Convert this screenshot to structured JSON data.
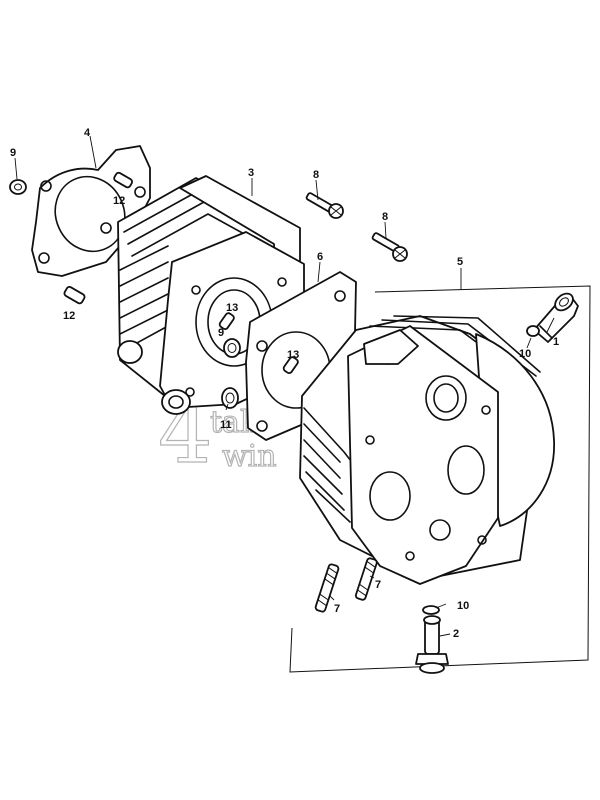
{
  "diagram": {
    "callouts": [
      {
        "id": "c1",
        "label": "1"
      },
      {
        "id": "c2",
        "label": "2"
      },
      {
        "id": "c3",
        "label": "3"
      },
      {
        "id": "c4",
        "label": "4"
      },
      {
        "id": "c5",
        "label": "5"
      },
      {
        "id": "c6",
        "label": "6"
      },
      {
        "id": "c7a",
        "label": "7"
      },
      {
        "id": "c7b",
        "label": "7"
      },
      {
        "id": "c8a",
        "label": "8"
      },
      {
        "id": "c8b",
        "label": "8"
      },
      {
        "id": "c9a",
        "label": "9"
      },
      {
        "id": "c9b",
        "label": "9"
      },
      {
        "id": "c10a",
        "label": "10"
      },
      {
        "id": "c10b",
        "label": "10"
      },
      {
        "id": "c11",
        "label": "11"
      },
      {
        "id": "c12a",
        "label": "12"
      },
      {
        "id": "c12b",
        "label": "12"
      },
      {
        "id": "c13a",
        "label": "13"
      },
      {
        "id": "c13b",
        "label": "13"
      }
    ],
    "watermark": {
      "main": "4",
      "line1": "taki",
      "line2": "win"
    }
  }
}
